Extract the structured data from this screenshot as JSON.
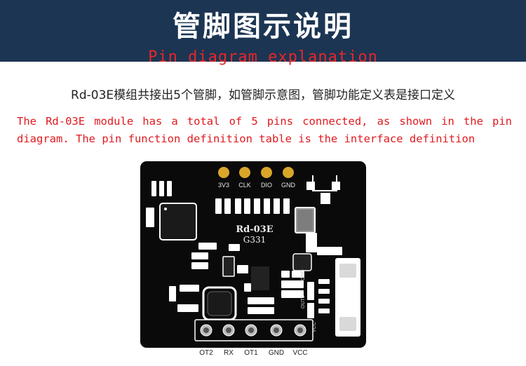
{
  "header": {
    "title_cn": "管脚图示说明",
    "title_en": "Pin diagram explanation",
    "bg_color": "#1c3553",
    "accent_color": "#e8262a"
  },
  "description": {
    "cn": "Rd-03E模组共接出5个管脚，如管脚示意图，管脚功能定义表是接口定义",
    "en": "The Rd-03E module has a total of 5 pins connected, as shown in the pin diagram. The pin function definition table is the interface definition"
  },
  "board": {
    "model": "Rd-03E",
    "version": "G331",
    "top_pins": [
      "3V3",
      "CLK",
      "DIO",
      "GND"
    ],
    "side_labels": [
      "VCC",
      "GND",
      "OUT1"
    ],
    "bottom_pins": [
      "OT2",
      "RX",
      "OT1",
      "GND",
      "VCC"
    ]
  }
}
